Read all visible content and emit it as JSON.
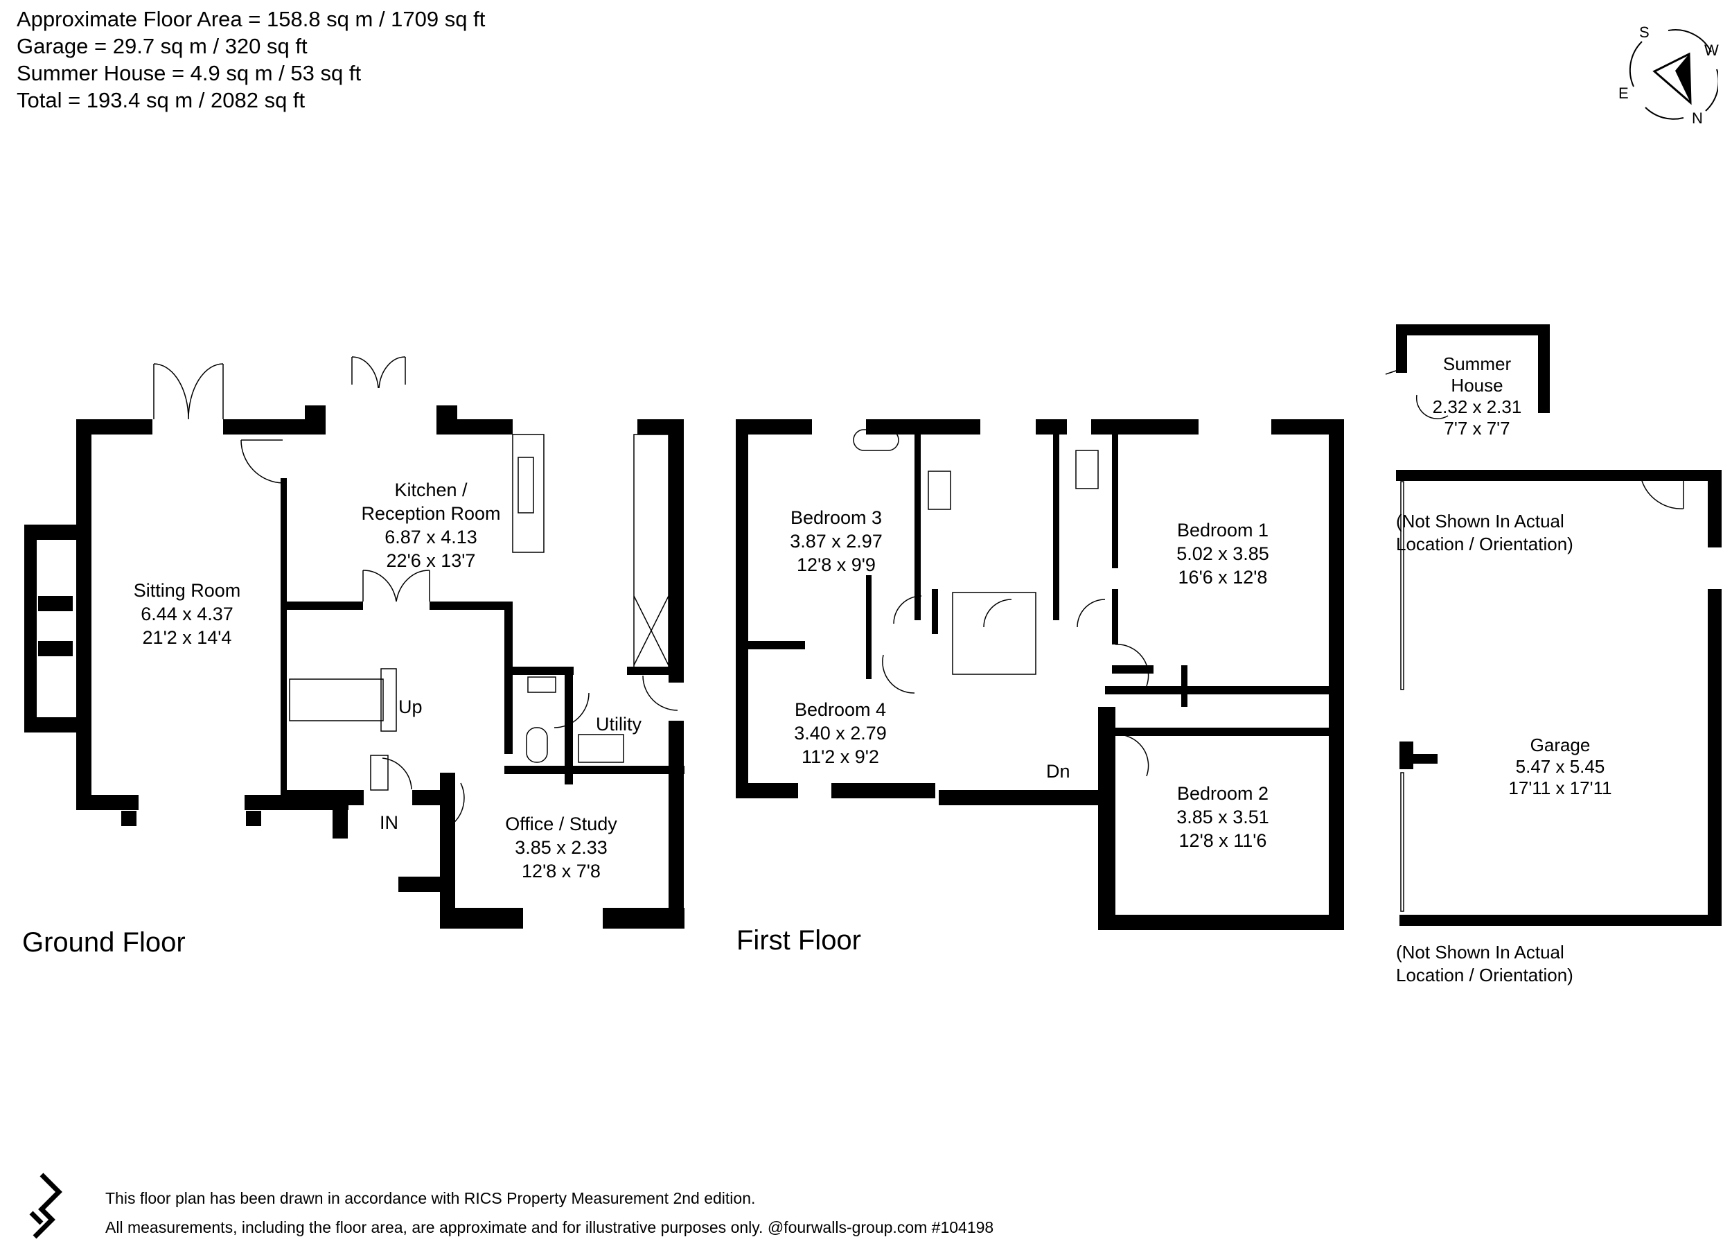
{
  "summary": {
    "floor_area": "Approximate Floor Area = 158.8 sq m / 1709 sq ft",
    "garage": "Garage = 29.7 sq m / 320 sq ft",
    "summer_house": "Summer House = 4.9 sq m / 53 sq ft",
    "total": "Total = 193.4 sq m / 2082 sq ft"
  },
  "compass": {
    "s": "S",
    "w": "W",
    "e": "E",
    "n": "N"
  },
  "ground_floor": {
    "title": "Ground Floor",
    "rooms": [
      {
        "name": "Sitting Room",
        "metric": "6.44 x 4.37",
        "imperial": "21'2 x 14'4"
      },
      {
        "name_line1": "Kitchen /",
        "name_line2": "Reception Room",
        "metric": "6.87 x 4.13",
        "imperial": "22'6 x 13'7"
      },
      {
        "name": "Office / Study",
        "metric": "3.85 x 2.33",
        "imperial": "12'8 x 7'8"
      }
    ],
    "utility": "Utility",
    "stairs_up": "Up",
    "entrance": "IN"
  },
  "first_floor": {
    "title": "First Floor",
    "rooms": [
      {
        "name": "Bedroom 3",
        "metric": "3.87 x 2.97",
        "imperial": "12'8 x 9'9"
      },
      {
        "name": "Bedroom 1",
        "metric": "5.02 x 3.85",
        "imperial": "16'6 x 12'8"
      },
      {
        "name": "Bedroom 4",
        "metric": "3.40 x 2.79",
        "imperial": "11'2 x 9'2"
      },
      {
        "name": "Bedroom 2",
        "metric": "3.85 x 3.51",
        "imperial": "12'8 x 11'6"
      }
    ],
    "stairs_down": "Dn"
  },
  "outbuildings": {
    "summer_house": {
      "name_line1": "Summer",
      "name_line2": "House",
      "metric": "2.32 x 2.31",
      "imperial": "7'7 x 7'7",
      "note_line1": "(Not Shown In Actual",
      "note_line2": "Location / Orientation)"
    },
    "garage": {
      "name": "Garage",
      "metric": "5.47 x 5.45",
      "imperial": "17'11 x 17'11",
      "note_line1": "(Not Shown In Actual",
      "note_line2": "Location / Orientation)"
    }
  },
  "footer": {
    "line1": "This floor plan has been drawn in accordance with RICS Property Measurement 2nd edition.",
    "line2": "All measurements, including the floor area, are approximate and for illustrative purposes only. @fourwalls-group.com #104198"
  }
}
